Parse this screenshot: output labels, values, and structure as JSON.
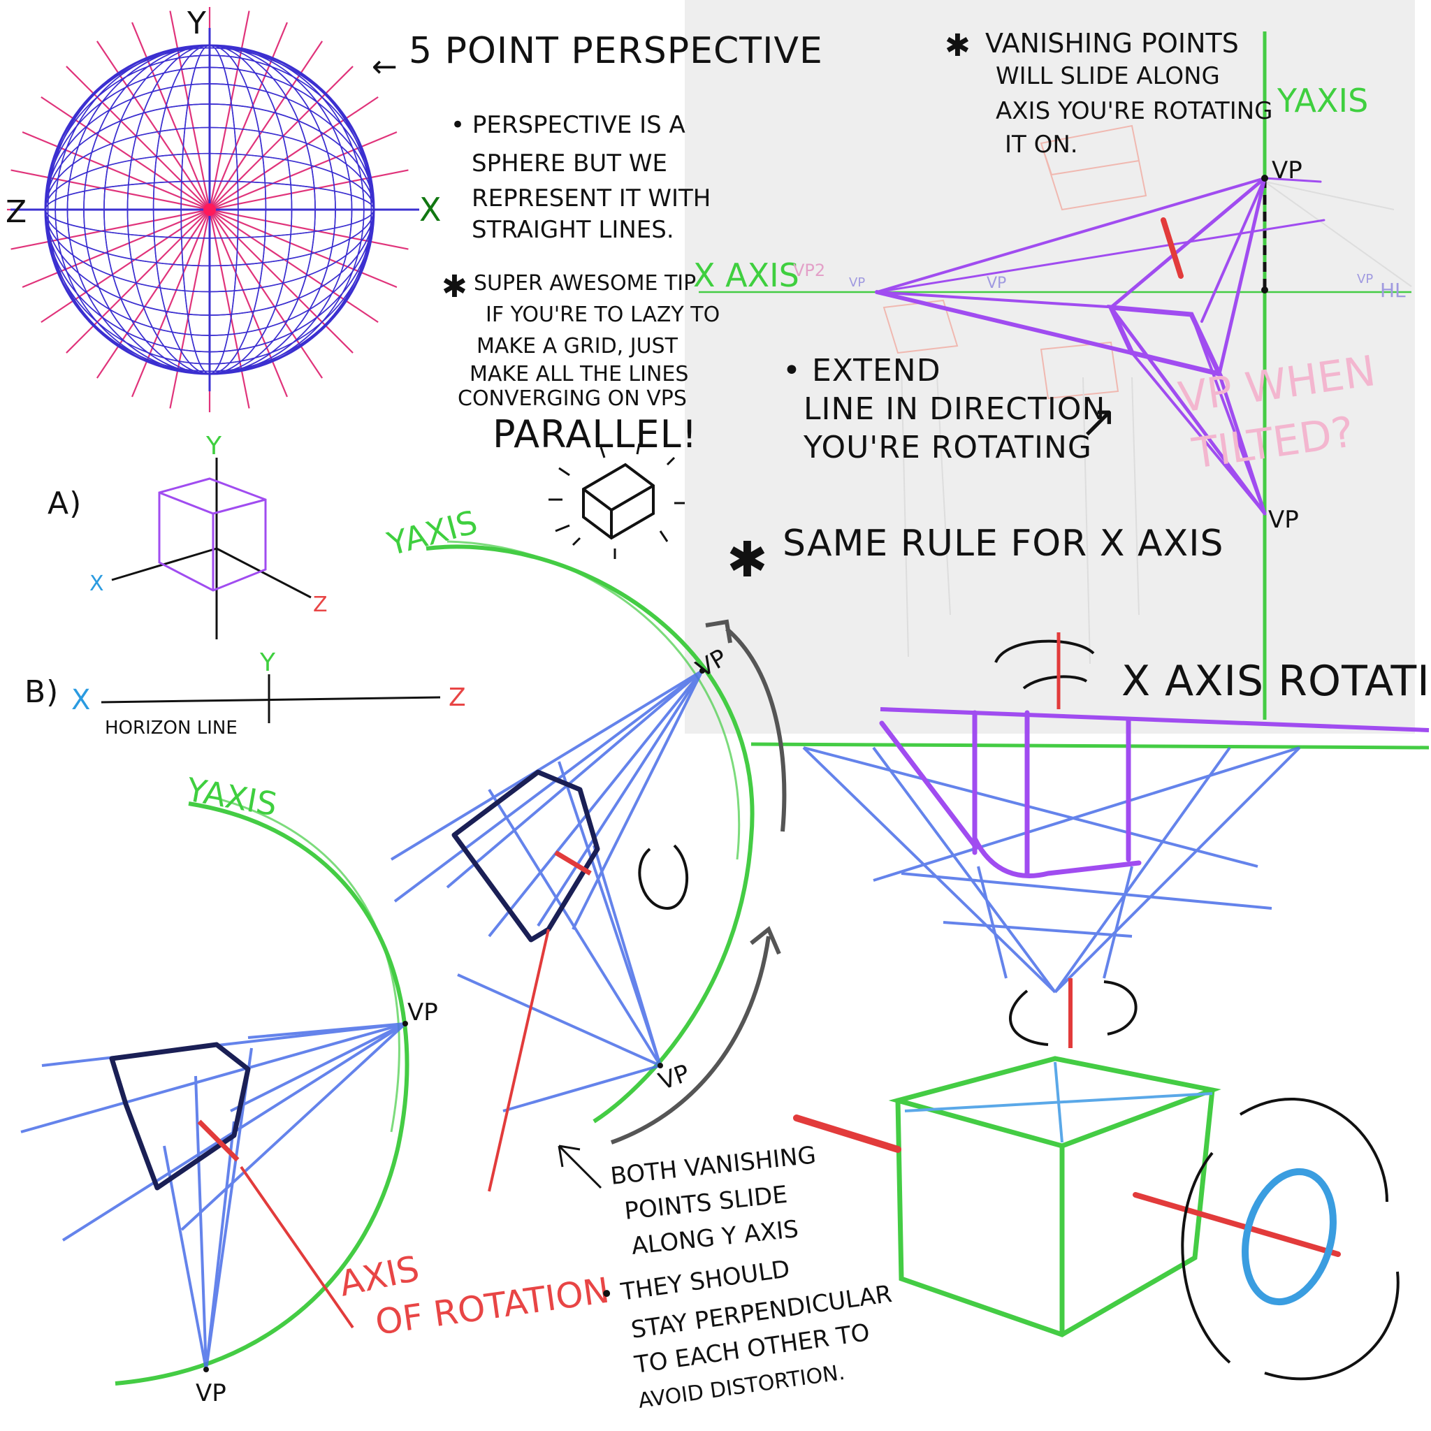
{
  "colors": {
    "sphere_grid": "#3b2fd0",
    "radial": "#e0337a",
    "axis_green": "#44cc44",
    "axis_red": "#e23b3b",
    "axis_blue": "#2b9be0",
    "purple": "#a04cf0",
    "construction_blue": "#4a6ee8",
    "ink": "#111111",
    "panel_gray": "#eeeeee"
  },
  "sphere": {
    "title": "5 POINT PERSPECTIVE",
    "arrow": "←",
    "label_y": "Y",
    "label_z": "Z",
    "label_x": "X"
  },
  "notes": {
    "note1": [
      "• PERSPECTIVE IS A",
      "SPHERE BUT WE",
      "REPRESENT IT WITH",
      "STRAIGHT LINES."
    ],
    "tip": [
      "SUPER AWESOME TIP",
      "IF YOU'RE TO LAZY TO",
      "MAKE A GRID, JUST",
      "MAKE ALL THE LINES",
      "CONVERGING ON VPS"
    ],
    "parallel": "PARALLEL!",
    "star": "✱"
  },
  "diagram_a": {
    "label": "A)",
    "y": "Y",
    "x": "X",
    "z": "Z"
  },
  "diagram_b": {
    "label": "B)",
    "x": "X",
    "y": "Y",
    "z": "Z",
    "horizon": "HORIZON LINE"
  },
  "panel": {
    "vp_note": [
      "VANISHING POINTS",
      "WILL SLIDE ALONG",
      "AXIS YOU'RE ROTATING",
      "IT ON."
    ],
    "y_axis": "YAXIS",
    "x_axis": "X AXIS",
    "vp": "VP",
    "vp2": "VP2",
    "hl": "HL",
    "extend": [
      "• EXTEND",
      "LINE IN DIRECTION",
      "YOU'RE ROTATING"
    ],
    "extend_arrow": "↗",
    "faint_question": [
      "VP WHEN",
      "TILTED?"
    ],
    "same_rule": "SAME RULE FOR X AXIS"
  },
  "x_rotation": {
    "title": "X AXIS ROTATION"
  },
  "y_rotation": {
    "y_axis_upper": "YAXIS",
    "y_axis_lower": "YAXIS",
    "vp": "VP",
    "axis_of_rotation": [
      "AXIS",
      "OF ROTATION"
    ],
    "both_note": [
      "BOTH VANISHING",
      "POINTS SLIDE",
      "ALONG Y AXIS"
    ],
    "perp_note": [
      "• THEY SHOULD",
      "STAY PERPENDICULAR",
      "TO EACH OTHER TO",
      "AVOID DISTORTION."
    ]
  }
}
